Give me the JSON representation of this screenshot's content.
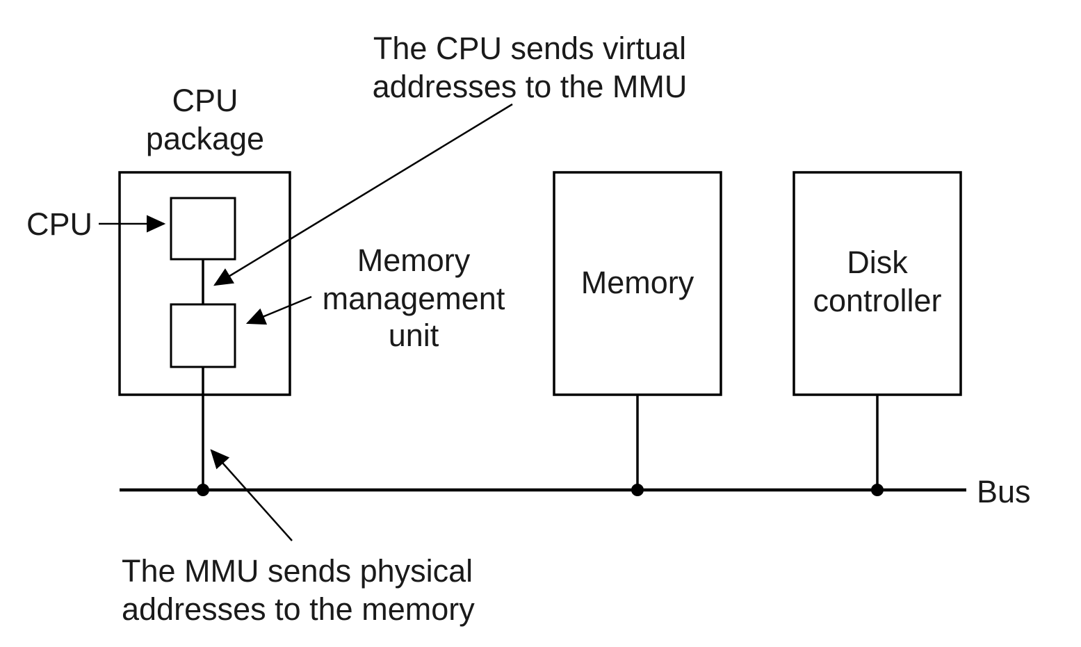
{
  "labels": {
    "cpu_package": [
      "CPU",
      "package"
    ],
    "cpu": "CPU",
    "mmu": [
      "Memory",
      "management",
      "unit"
    ],
    "memory": "Memory",
    "disk_controller": [
      "Disk",
      "controller"
    ],
    "bus": "Bus"
  },
  "annotations": {
    "virtual_addresses": [
      "The CPU sends virtual",
      "addresses to the MMU"
    ],
    "physical_addresses": [
      "The MMU sends physical",
      "addresses to the memory"
    ]
  },
  "colors": {
    "line": "#000000",
    "text": "#1a1a1a",
    "background": "#ffffff"
  }
}
